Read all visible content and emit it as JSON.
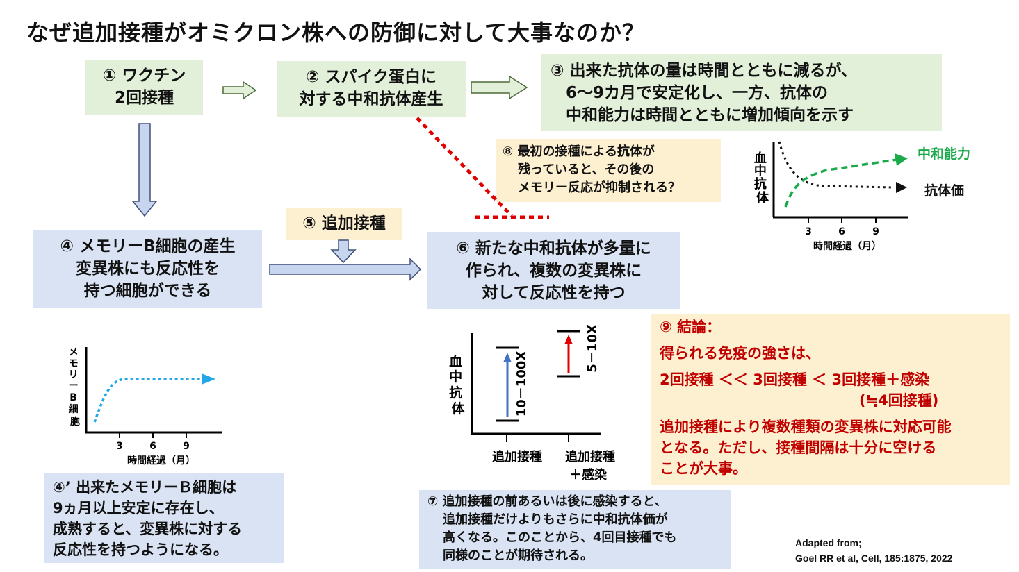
{
  "title": "なぜ追加接種がオミクロン株への防御に対して大事なのか？",
  "box1": {
    "lines": [
      "① ワクチン",
      "2回接種"
    ]
  },
  "box2": {
    "lines": [
      "② スパイク蛋白に",
      "対する中和抗体産生"
    ]
  },
  "box3": {
    "lines": [
      "③ 出来た抗体の量は時間とともに減るが、",
      "6～9カ月で安定化し、一方、抗体の",
      "中和能力は時間とともに増加傾向を示す"
    ]
  },
  "box4": {
    "lines": [
      "④ メモリーB細胞の産生",
      "変異株にも反応性を",
      "持つ細胞ができる"
    ]
  },
  "box4p": {
    "lines": [
      "④’ 出来たメモリーＢ細胞は",
      "9ヵ月以上安定に存在し、",
      "成熟すると、変異株に対する",
      "反応性を持つようになる。"
    ]
  },
  "box5": {
    "label": "⑤ 追加接種"
  },
  "box6": {
    "lines": [
      "⑥ 新たな中和抗体が多量に",
      "作られ、複数の変異株に",
      "対して反応性を持つ"
    ]
  },
  "box7": {
    "lines": [
      "⑦ 追加接種の前あるいは後に感染すると、",
      "追加接種だけよりもさらに中和抗体価が",
      "高くなる。このことから、4回目接種でも",
      "同様のことが期待される。"
    ]
  },
  "box8": {
    "lines": [
      "⑧ 最初の接種による抗体が",
      "残っていると、その後の",
      "メモリー反応が抑制される？"
    ]
  },
  "box9": {
    "heading": "⑨ 結論：",
    "line1": "得られる免疫の強さは、",
    "line2": "2回接種 ＜＜ 3回接種 ＜ 3回接種＋感染",
    "line3": "(≒4回接種)",
    "line4": "追加接種により複数種類の変異株に対応可能",
    "line5": "となる。ただし、接種間隔は十分に空ける",
    "line6": "ことが大事。"
  },
  "chart_antibody": {
    "ylabel_chars": [
      "血",
      "中",
      "抗",
      "体"
    ],
    "xticks": [
      "3",
      "6",
      "9"
    ],
    "xlabel": "時間経過（月）",
    "series_neutralizing": "中和能力",
    "series_titer": "抗体価",
    "colors": {
      "neutralizing": "#1aaa4a",
      "titer": "#111111"
    }
  },
  "chart_memory": {
    "ylabel_chars": [
      "メ",
      "モ",
      "リ",
      "ー",
      "B",
      "細",
      "胞"
    ],
    "xticks": [
      "3",
      "6",
      "9"
    ],
    "xlabel": "時間経過（月）",
    "color": "#22a7e6"
  },
  "chart_boost": {
    "ylabel_chars": [
      "血",
      "中",
      "抗",
      "体"
    ],
    "fold1": "10－100X",
    "fold2": "5－10X",
    "cat1": "追加接種",
    "cat2_line1": "追加接種",
    "cat2_line2": "＋感染",
    "colors": {
      "boost": "#4472c4",
      "infection": "#e00000"
    }
  },
  "citation": {
    "line1": "Adapted from;",
    "line2": "Goel RR et al, Cell, 185:1875, 2022"
  }
}
